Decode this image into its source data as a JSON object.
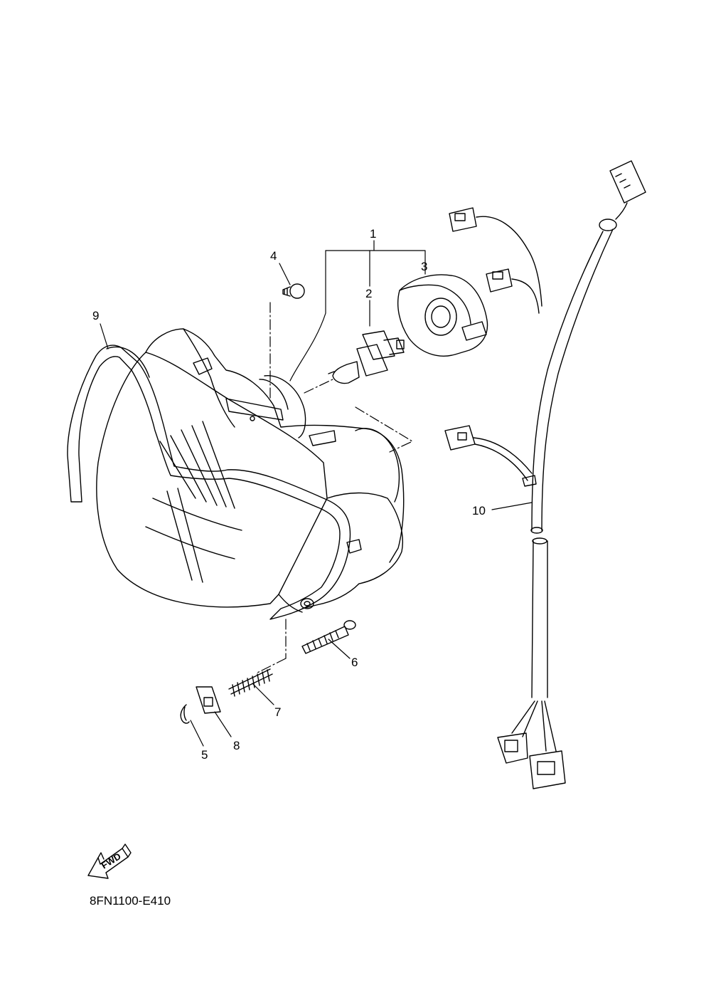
{
  "callouts": {
    "c1": "1",
    "c2": "2",
    "c3": "3",
    "c4": "4",
    "c5": "5",
    "c6": "6",
    "c7": "7",
    "c8": "8",
    "c9": "9",
    "c10": "10"
  },
  "fwd_label": "FWD",
  "diagram_code": "8FN1100-E410",
  "colors": {
    "line": "#000000",
    "background": "#ffffff"
  }
}
